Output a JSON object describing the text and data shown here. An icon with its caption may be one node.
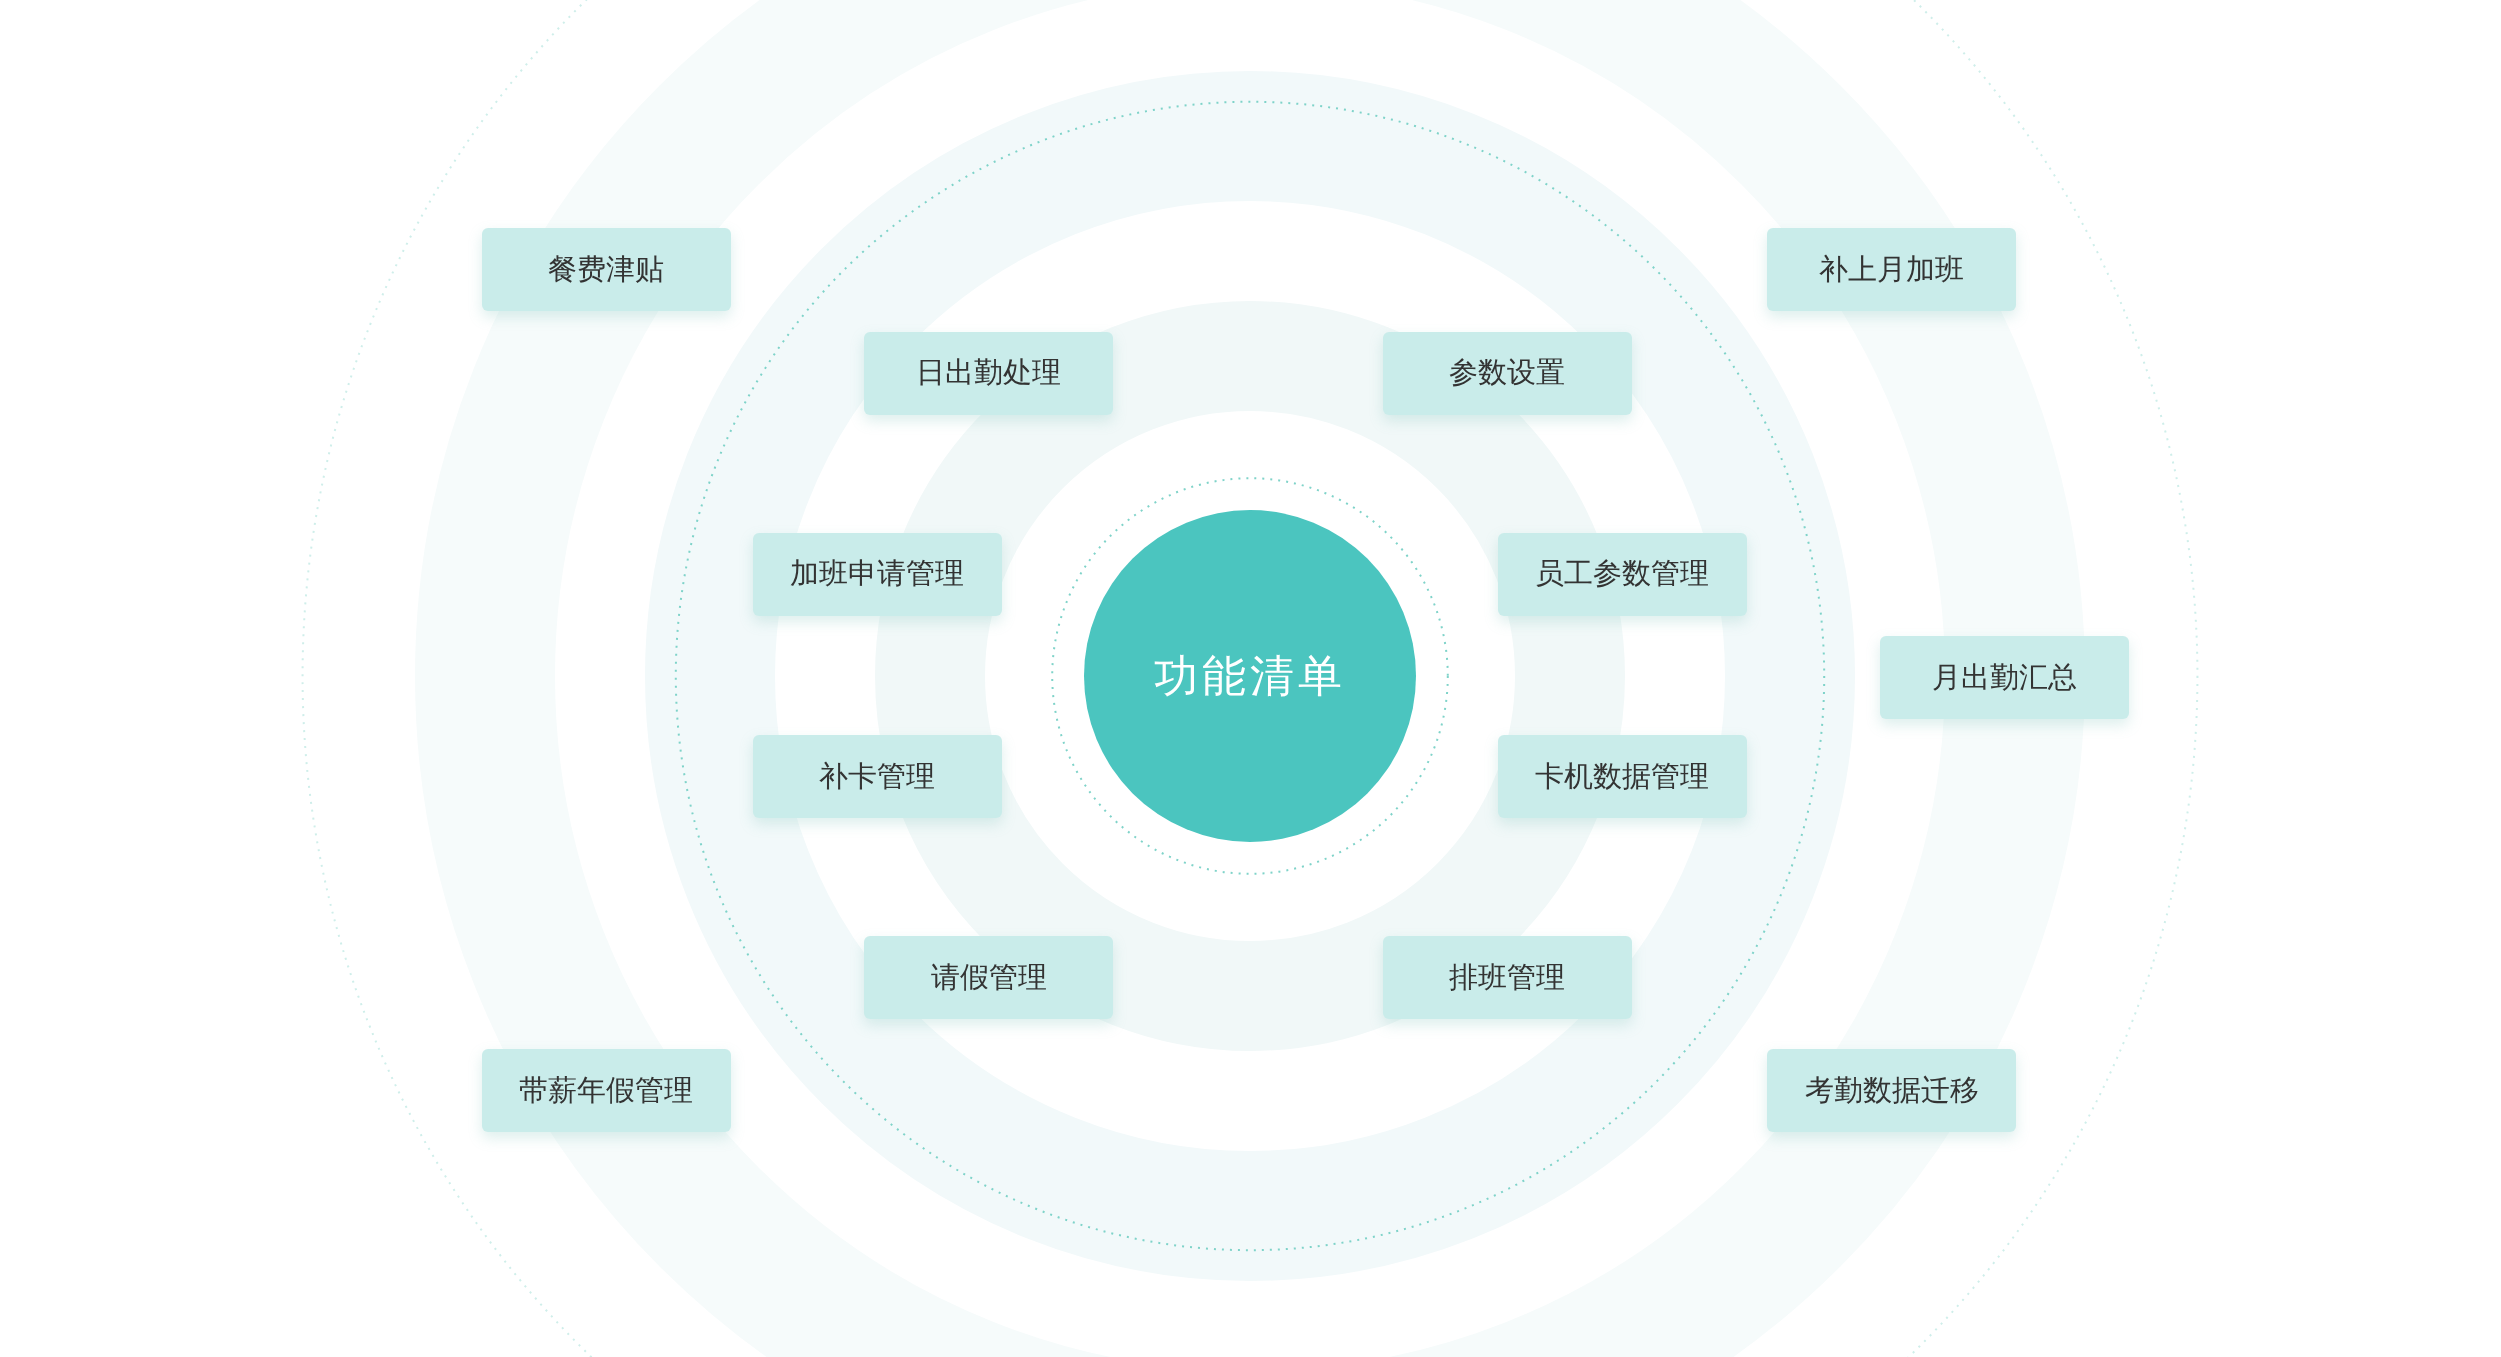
{
  "diagram": {
    "nodes": [
      {
        "text": [
          "功能清单"
        ]
      },
      {
        "text": [
          "餐费津贴"
        ]
      },
      {
        "text": [
          "补上月加班"
        ]
      },
      {
        "text": [
          "日出勤处理"
        ]
      },
      {
        "text": [
          "参数设置"
        ]
      },
      {
        "text": [
          "加班申请管理"
        ]
      },
      {
        "text": [
          "员工参数管理"
        ]
      },
      {
        "text": [
          "月出勤汇总"
        ]
      },
      {
        "text": [
          "补卡管理"
        ]
      },
      {
        "text": [
          "卡机数据管理"
        ]
      },
      {
        "text": [
          "请假管理"
        ]
      },
      {
        "text": [
          "排班管理"
        ]
      },
      {
        "text": [
          "带薪年假管理"
        ]
      },
      {
        "text": [
          "考勤数据迁移"
        ]
      }
    ]
  }
}
